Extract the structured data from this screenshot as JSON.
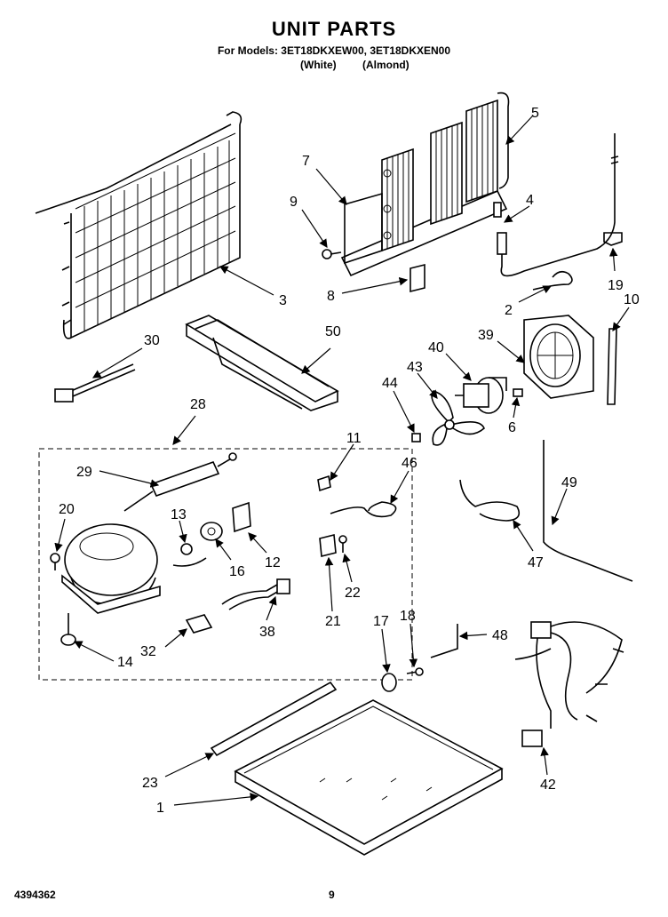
{
  "header": {
    "title": "UNIT PARTS",
    "models_line": "For Models: 3ET18DKXEW00, 3ET18DKXEN00",
    "color_white": "(White)",
    "color_almond": "(Almond)"
  },
  "footer": {
    "doc_number": "4394362",
    "page_number": "9"
  },
  "callouts": [
    "1",
    "2",
    "3",
    "4",
    "5",
    "6",
    "7",
    "8",
    "9",
    "10",
    "11",
    "12",
    "13",
    "14",
    "16",
    "17",
    "18",
    "19",
    "20",
    "21",
    "22",
    "23",
    "28",
    "29",
    "30",
    "32",
    "38",
    "39",
    "40",
    "42",
    "43",
    "44",
    "46",
    "47",
    "48",
    "49",
    "50"
  ]
}
